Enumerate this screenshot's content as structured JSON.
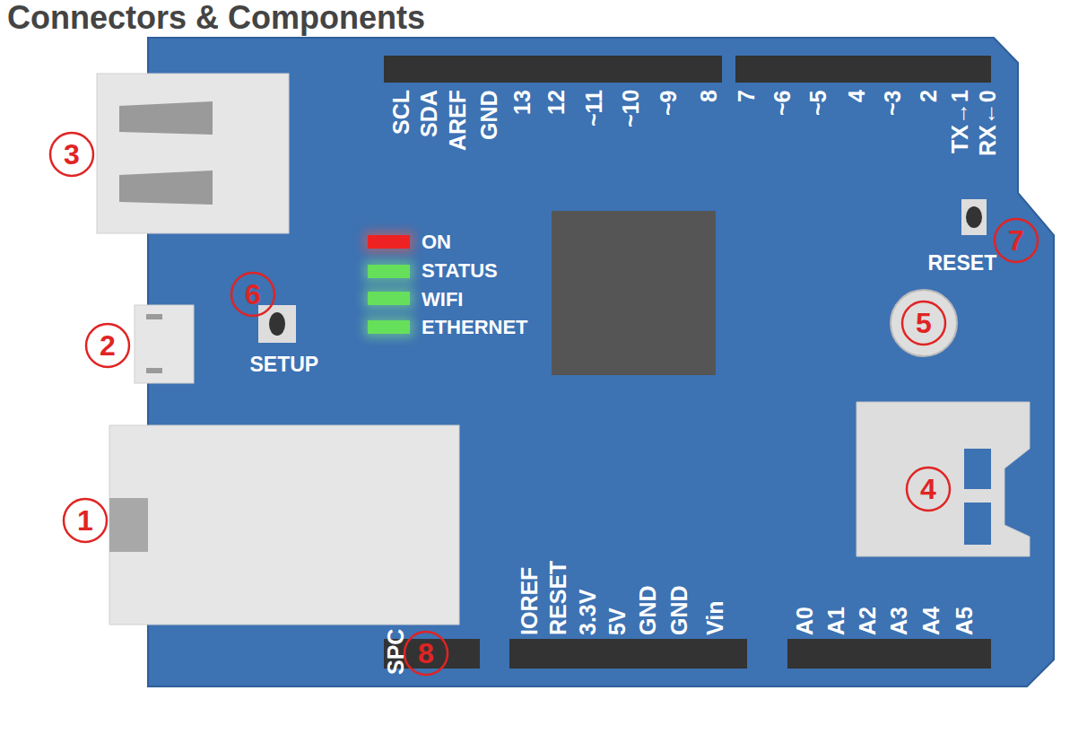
{
  "diagram": {
    "title": "Connectors & Components",
    "labels": [
      "SCL",
      "SDA",
      "AREF",
      "GND",
      "13",
      "12",
      "~11",
      "~10",
      "~9",
      "8",
      "7",
      "~6",
      "~5",
      "4",
      "~3",
      "2",
      "TX→1",
      "RX←0",
      "3",
      "ON",
      "STATUS",
      "WIFI",
      "ETHERNET",
      "RESET",
      "7",
      "6",
      "2",
      "SETUP",
      "5",
      "4",
      "1",
      "SPC",
      "8",
      "IOREF",
      "RESET",
      "3.3V",
      "5V",
      "GND",
      "GND",
      "Vin",
      "A0",
      "A1",
      "A2",
      "A3",
      "A4",
      "A5"
    ]
  }
}
